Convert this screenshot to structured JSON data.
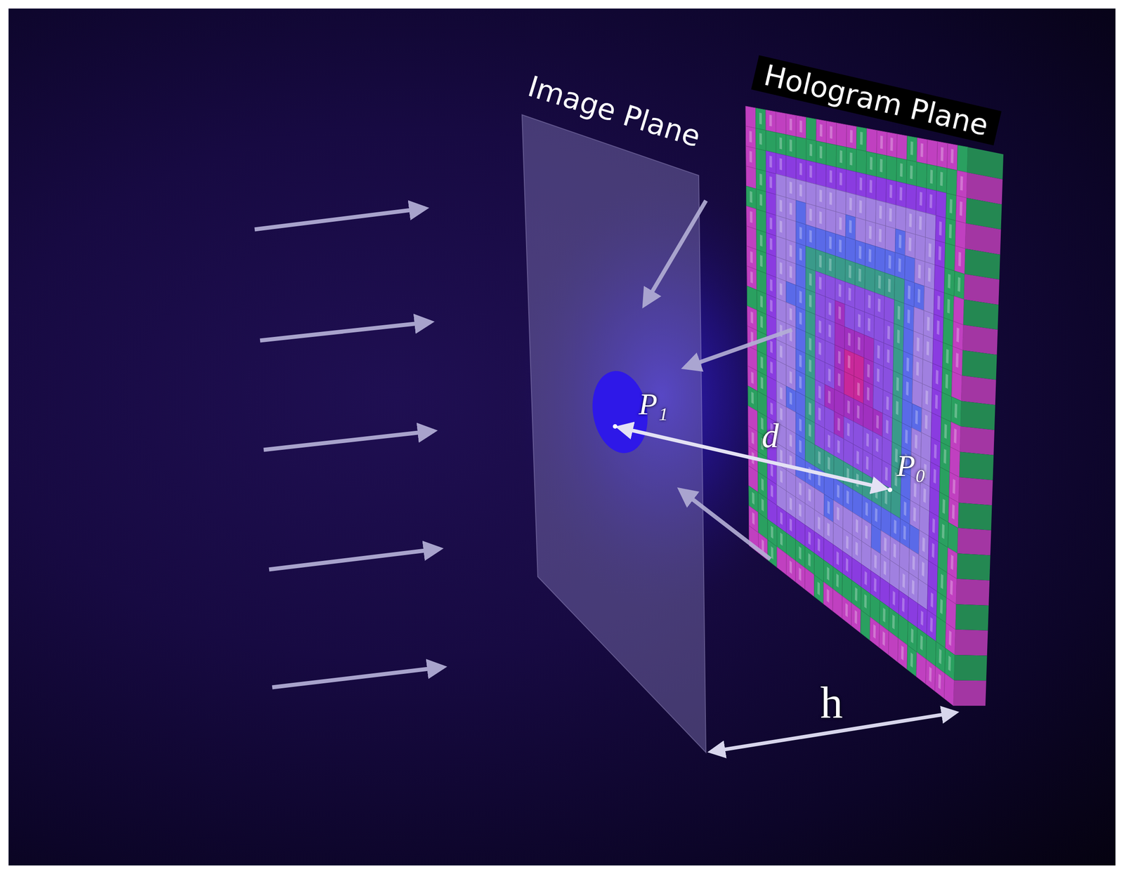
{
  "diagram": {
    "nodes": [
      {
        "text": [
          "Image Plane"
        ]
      },
      {
        "text": [
          "Hologram Plane"
        ]
      }
    ],
    "labels": [
      "P₁",
      "d",
      "P₀",
      "h"
    ]
  }
}
